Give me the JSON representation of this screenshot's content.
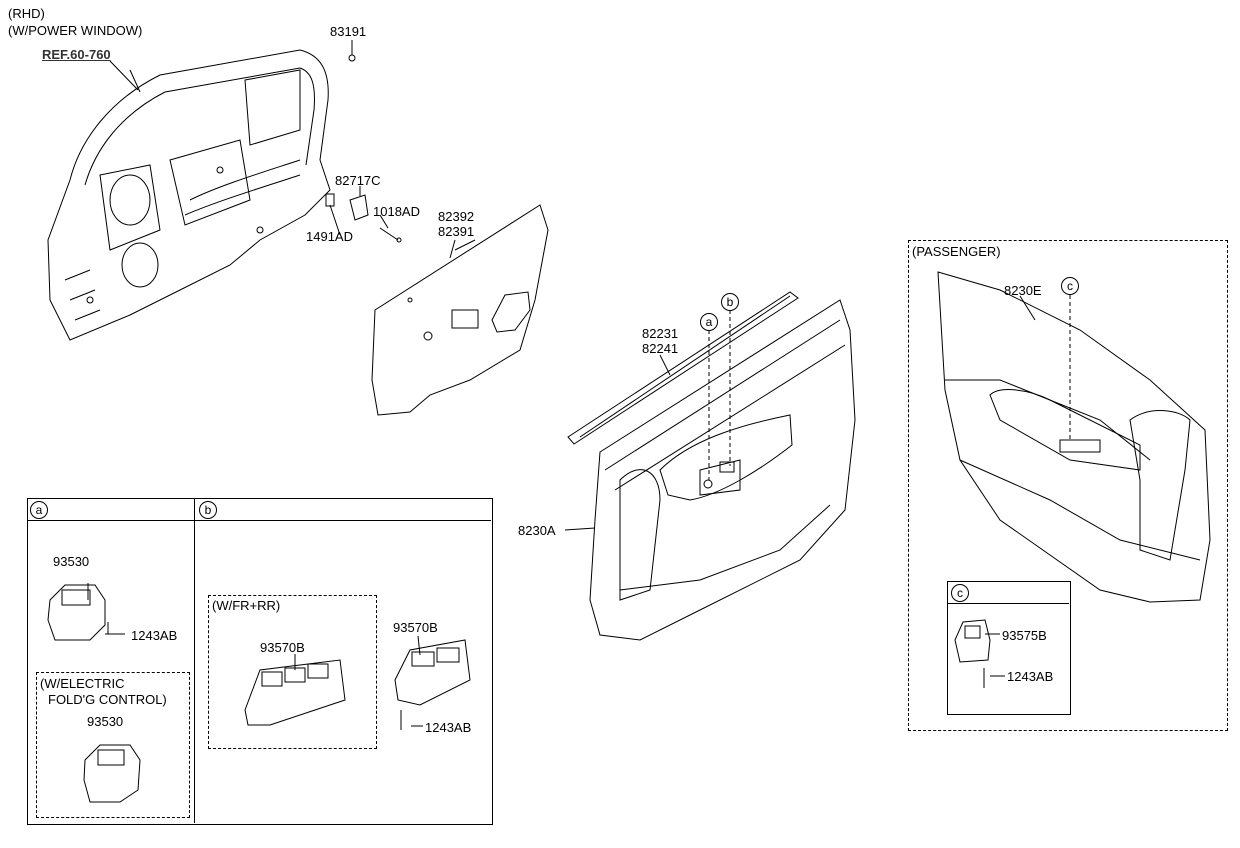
{
  "header": {
    "line1": "(RHD)",
    "line2": "(W/POWER WINDOW)",
    "ref": "REF.60-760"
  },
  "parts": {
    "p83191": "83191",
    "p82717C": "82717C",
    "p1018AD": "1018AD",
    "p1491AD": "1491AD",
    "p82392": "82392",
    "p82391": "82391",
    "p82231": "82231",
    "p82241": "82241",
    "p8230A": "8230A",
    "p8230E": "8230E"
  },
  "callouts": {
    "a": "a",
    "b": "b",
    "c": "c"
  },
  "passenger": {
    "title": "(PASSENGER)"
  },
  "panel_a": {
    "tag": "a",
    "part1": "93530",
    "bolt1": "1243AB",
    "sub_line1": "(W/ELECTRIC",
    "sub_line2": "FOLD'G CONTROL)",
    "part2": "93530"
  },
  "panel_b": {
    "tag": "b",
    "sub_title": "(W/FR+RR)",
    "part1": "93570B",
    "part2": "93570B",
    "bolt": "1243AB"
  },
  "panel_c": {
    "tag": "c",
    "part": "93575B",
    "bolt": "1243AB"
  }
}
